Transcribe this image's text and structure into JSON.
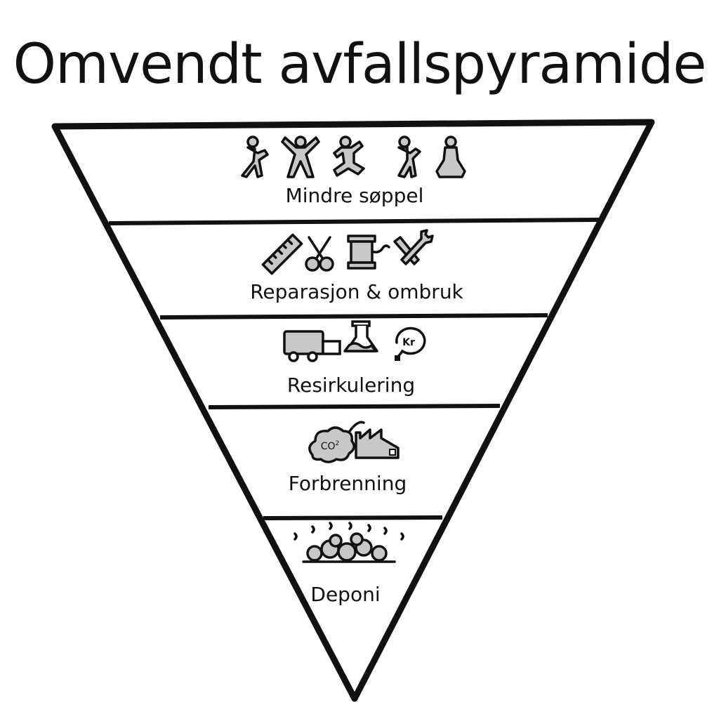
{
  "title": "Omvendt avfallspyramide",
  "levels": [
    {
      "label": "Mindre søppel",
      "icons": [
        "dancing-people"
      ]
    },
    {
      "label": "Reparasjon & ombruk",
      "icons": [
        "ruler",
        "scissors",
        "sewing-thread",
        "screwdriver-wrench"
      ]
    },
    {
      "label": "Resirkulering",
      "icons": [
        "truck",
        "flask",
        "money-plug"
      ],
      "money_text": "Kr"
    },
    {
      "label": "Forbrenning",
      "icons": [
        "co2-cloud",
        "factory"
      ],
      "co2_text": "CO",
      "co2_sub": "2"
    },
    {
      "label": "Deponi",
      "icons": [
        "garbage-pile"
      ]
    }
  ],
  "colors": {
    "line": "#111111",
    "fill": "#c8c8c8",
    "background": "#ffffff"
  }
}
